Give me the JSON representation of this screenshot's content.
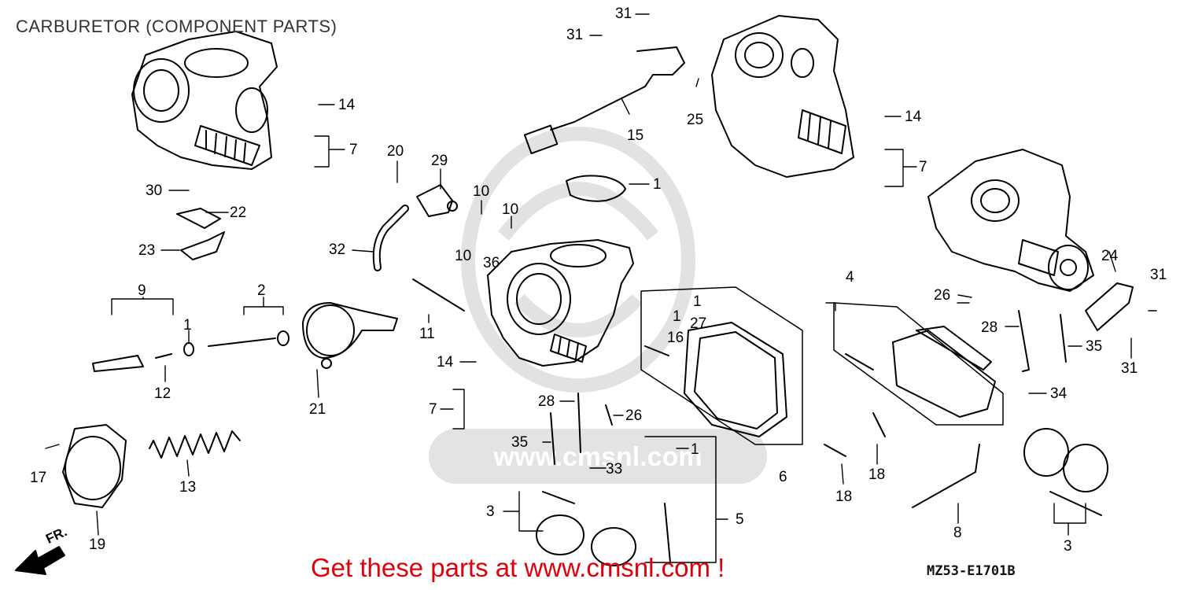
{
  "title": "CARBURETOR (COMPONENT PARTS)",
  "promo": "Get these parts at www.cmsnl.com !",
  "diagram_code": "MZ53-E1701B",
  "direction_marker": "FR.",
  "watermark_text": "www.cmsnl.com",
  "colors": {
    "promo": "#e0000b",
    "lines": "#000000",
    "watermark": "#d9d9d9"
  },
  "callouts": {
    "c31a": "31",
    "c31b": "31",
    "c14a": "14",
    "c7a": "7",
    "c30": "30",
    "c22": "22",
    "c23": "23",
    "c20": "20",
    "c29": "29",
    "c10a": "10",
    "c10b": "10",
    "c10c": "10",
    "c36": "36",
    "c32": "32",
    "c15": "15",
    "c25": "25",
    "c1a": "1",
    "c14b": "14",
    "c7b": "7",
    "c9": "9",
    "c2": "2",
    "c1b": "1",
    "c12": "12",
    "c21": "21",
    "c11": "11",
    "c14c": "14",
    "c7c": "7",
    "c28a": "28",
    "c26a": "26",
    "c35a": "35",
    "c33": "33",
    "c1c": "1",
    "c16": "16",
    "c27": "27",
    "c1d": "1",
    "c6": "6",
    "c4": "4",
    "c26b": "26",
    "c28b": "28",
    "c24": "24",
    "c31c": "31",
    "c35b": "35",
    "c31d": "31",
    "c34": "34",
    "c18a": "18",
    "c18b": "18",
    "c5": "5",
    "c1e": "1",
    "c3a": "3",
    "c17": "17",
    "c13": "13",
    "c19": "19",
    "c8": "8",
    "c3b": "3"
  }
}
